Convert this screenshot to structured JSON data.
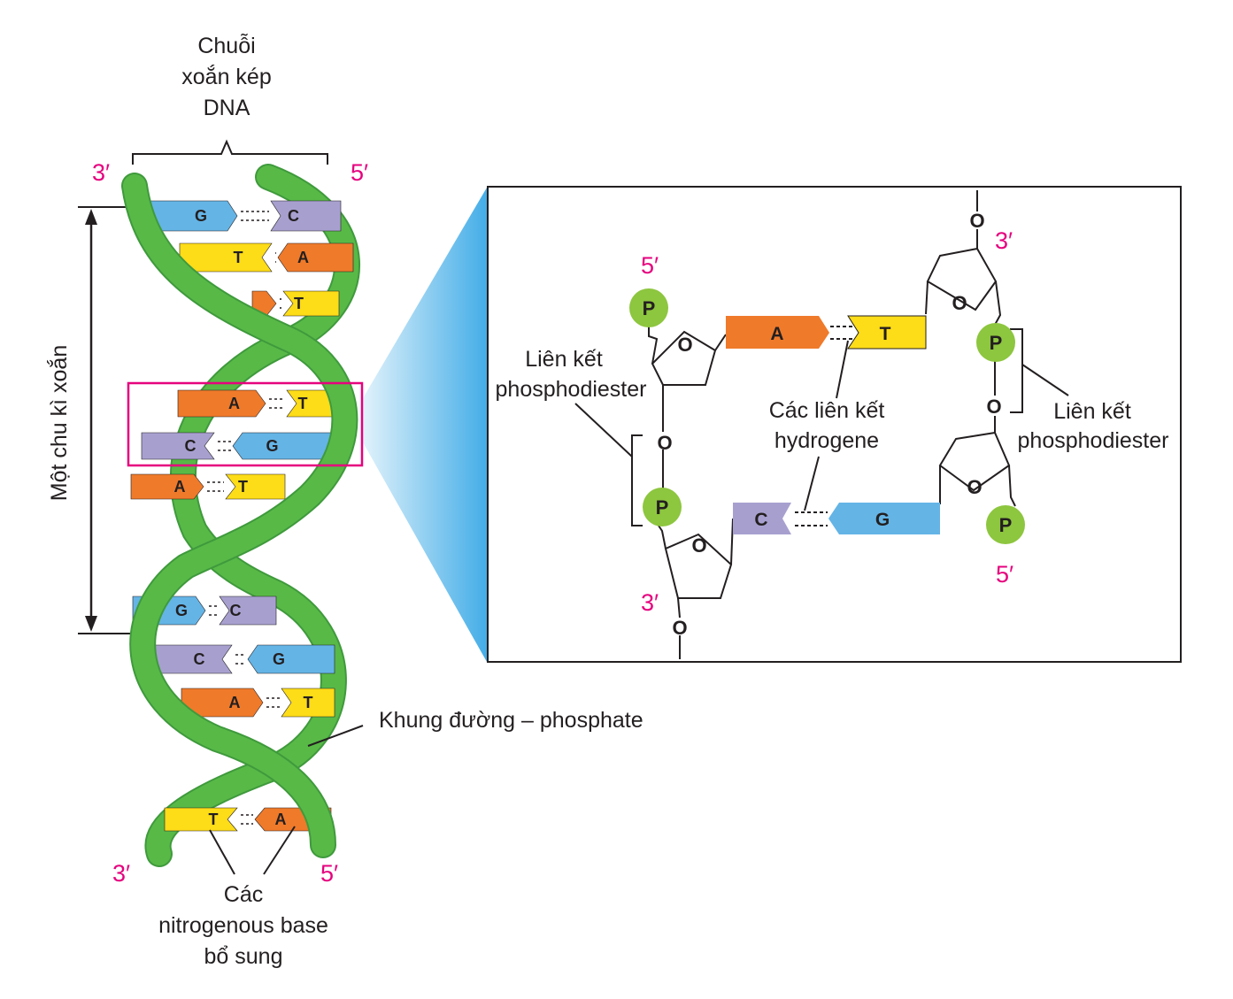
{
  "title_lines": [
    "Chuỗi",
    "xoắn kép",
    "DNA"
  ],
  "helix_cycle_label": "Một chu kì xoắn",
  "backbone_label": "Khung đường – phosphate",
  "bases_label_lines": [
    "Các",
    "nitrogenous base",
    "bổ sung"
  ],
  "left_primes": {
    "top_left": "3′",
    "top_right": "5′",
    "bottom_left": "3′",
    "bottom_right": "5′"
  },
  "detail": {
    "phospho_left_lines": [
      "Liên kết",
      "phosphodiester"
    ],
    "phospho_right_lines": [
      "Liên kết",
      "phosphodiester"
    ],
    "hbond_lines": [
      "Các liên kết",
      "hydrogene"
    ],
    "primes": {
      "top_left": "5′",
      "top_right": "3′",
      "bottom_left": "3′",
      "bottom_right": "5′"
    },
    "atom_o": "O",
    "atom_p": "P"
  },
  "base_pairs": [
    {
      "left": "G",
      "right": "C"
    },
    {
      "left": "T",
      "right": "A"
    },
    {
      "left": "",
      "right": "T"
    },
    {
      "left": "A",
      "right": "T"
    },
    {
      "left": "C",
      "right": "G"
    },
    {
      "left": "A",
      "right": "T"
    },
    {
      "left": "G",
      "right": "C"
    },
    {
      "left": "C",
      "right": "G"
    },
    {
      "left": "A",
      "right": "T"
    },
    {
      "left": "T",
      "right": "A"
    }
  ],
  "detail_pairs": [
    {
      "left": "A",
      "right": "T"
    },
    {
      "left": "C",
      "right": "G"
    }
  ],
  "colors": {
    "A": "#ef7a2a",
    "T": "#fddc18",
    "G": "#64b4e6",
    "C": "#a7a0cf",
    "helix": "#58b947",
    "helix_dark": "#3f9a3c",
    "prime": "#e6007e",
    "phosphate": "#8dc63f",
    "highlight": "#e6007e",
    "zoom": "#3aa9e6"
  }
}
